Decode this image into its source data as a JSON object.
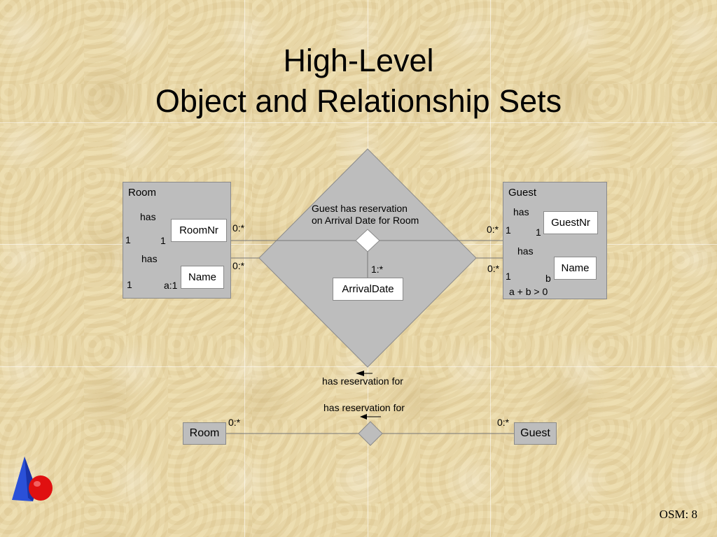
{
  "title": {
    "line1": "High-Level",
    "line2": "Object and Relationship Sets"
  },
  "upper_diagram": {
    "relationship_label_line1": "Guest has reservation",
    "relationship_label_line2": "on Arrival Date for Room",
    "room": {
      "label": "Room",
      "has1": "has",
      "roomnr": "RoomNr",
      "c1_left": "1",
      "c1_right": "1",
      "has2": "has",
      "name": "Name",
      "c2_left": "1",
      "c2_right": "a:1"
    },
    "guest": {
      "label": "Guest",
      "has1": "has",
      "guestnr": "GuestNr",
      "c1_left": "1",
      "c1_right": "1",
      "has2": "has",
      "name": "Name",
      "c2_left": "1",
      "c2_right": "b",
      "constraint": "a + b > 0"
    },
    "arrival_date": "ArrivalDate",
    "card_room_top": "0:*",
    "card_room_bottom": "0:*",
    "card_guest_top": "0:*",
    "card_guest_bottom": "0:*",
    "card_arrival": "1:*",
    "below_label": "has reservation for"
  },
  "lower_diagram": {
    "relationship_label": "has reservation for",
    "room": "Room",
    "guest": "Guest",
    "card_room": "0:*",
    "card_guest": "0:*"
  },
  "footer": "OSM: 8",
  "colors": {
    "background": "#e9d8a8",
    "box_fill": "#bdbdbd",
    "logo_blue": "#2a50d8",
    "logo_red": "#e01010"
  }
}
